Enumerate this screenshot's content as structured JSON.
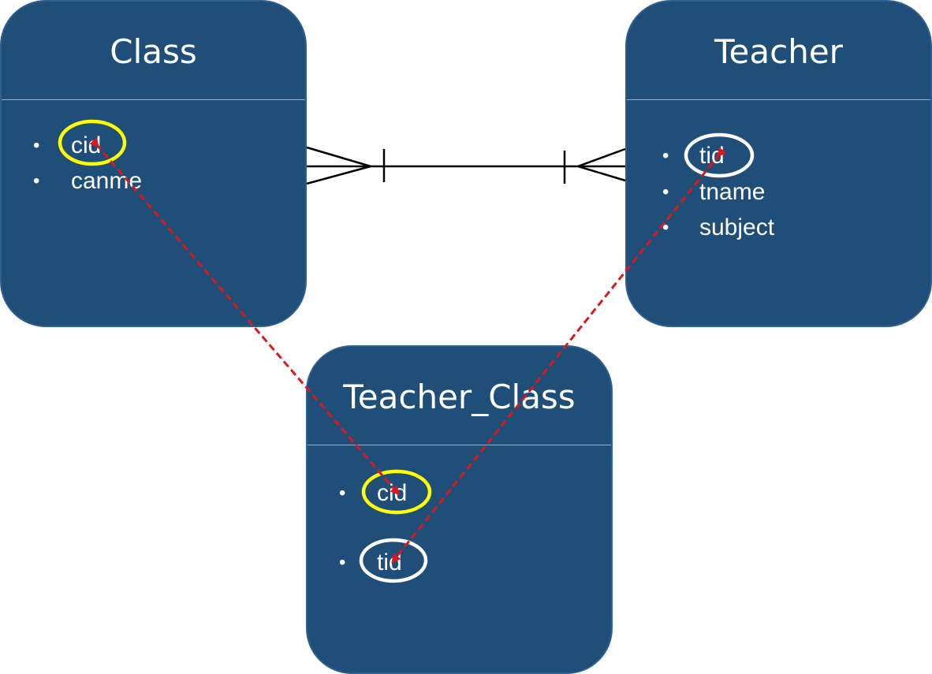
{
  "entities": {
    "class": {
      "title": "Class",
      "attributes": [
        "cid",
        "canme"
      ]
    },
    "teacher": {
      "title": "Teacher",
      "attributes": [
        "tid",
        "tname",
        "subject"
      ]
    },
    "teacher_class": {
      "title": "Teacher_Class",
      "attributes": [
        "cid",
        "tid"
      ]
    }
  },
  "colors": {
    "entity_fill": "#1f4e79",
    "divider": "#8fb2d3",
    "cid_highlight": "#ffff00",
    "tid_highlight": "#ffffff",
    "foreign_key_link": "#d9191b",
    "relationship_line": "#000000"
  },
  "bullet_symbol": "•"
}
